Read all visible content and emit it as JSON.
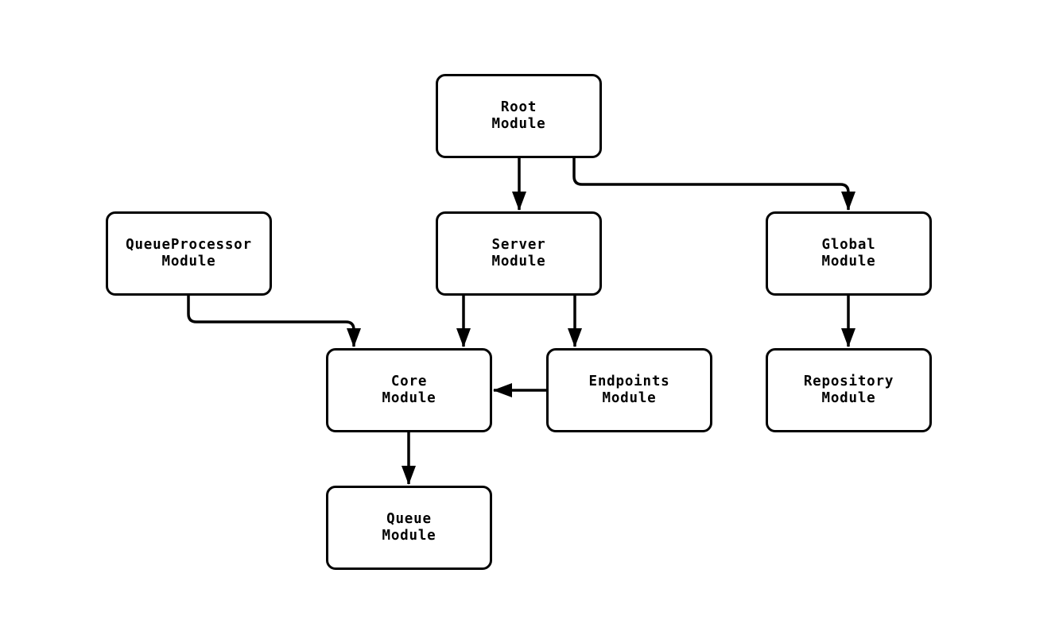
{
  "diagram": {
    "type": "module-dependency-flowchart",
    "background_color": "#ffffff",
    "node_fill_color": "#ffffff",
    "node_border_color": "#000000",
    "edge_color": "#000000",
    "text_color": "#000000",
    "nodes": [
      {
        "id": "root",
        "label": "Root\nModule"
      },
      {
        "id": "queueprocessor",
        "label": "QueueProcessor\nModule"
      },
      {
        "id": "server",
        "label": "Server\nModule"
      },
      {
        "id": "global",
        "label": "Global\nModule"
      },
      {
        "id": "core",
        "label": "Core\nModule"
      },
      {
        "id": "endpoints",
        "label": "Endpoints\nModule"
      },
      {
        "id": "repository",
        "label": "Repository\nModule"
      },
      {
        "id": "queue",
        "label": "Queue\nModule"
      }
    ],
    "edges": [
      {
        "from": "root",
        "to": "server"
      },
      {
        "from": "root",
        "to": "global"
      },
      {
        "from": "queueprocessor",
        "to": "core"
      },
      {
        "from": "server",
        "to": "core"
      },
      {
        "from": "server",
        "to": "endpoints"
      },
      {
        "from": "endpoints",
        "to": "core"
      },
      {
        "from": "global",
        "to": "repository"
      },
      {
        "from": "core",
        "to": "queue"
      }
    ]
  }
}
